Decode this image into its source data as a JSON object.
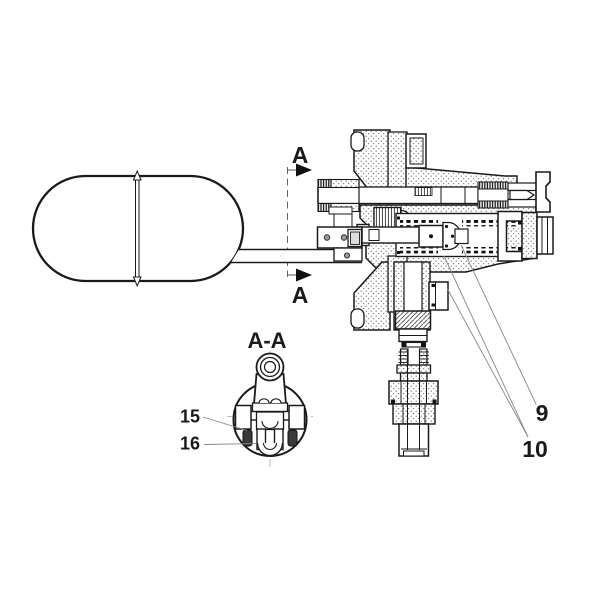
{
  "section_markers": {
    "top": "A",
    "bottom": "A"
  },
  "detail_view": {
    "title": "A-A"
  },
  "callouts": {
    "part_9": "9",
    "part_10": "10",
    "part_15": "15",
    "part_16": "16"
  },
  "colors": {
    "line": "#1a1a1a",
    "leader": "#888888",
    "stipple_dot": "#7d7d7d",
    "dark_fill": "#111111",
    "background": "#ffffff"
  }
}
